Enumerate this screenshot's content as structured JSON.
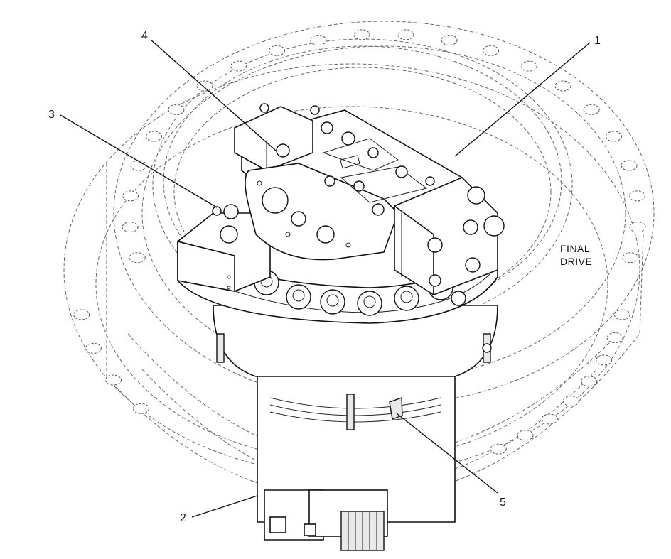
{
  "diagram": {
    "callouts": [
      {
        "id": "1",
        "label": "1"
      },
      {
        "id": "2",
        "label": "2"
      },
      {
        "id": "3",
        "label": "3"
      },
      {
        "id": "4",
        "label": "4"
      },
      {
        "id": "5",
        "label": "5"
      }
    ],
    "final_drive_label": {
      "line1": "FINAL",
      "line2": "DRIVE"
    }
  }
}
